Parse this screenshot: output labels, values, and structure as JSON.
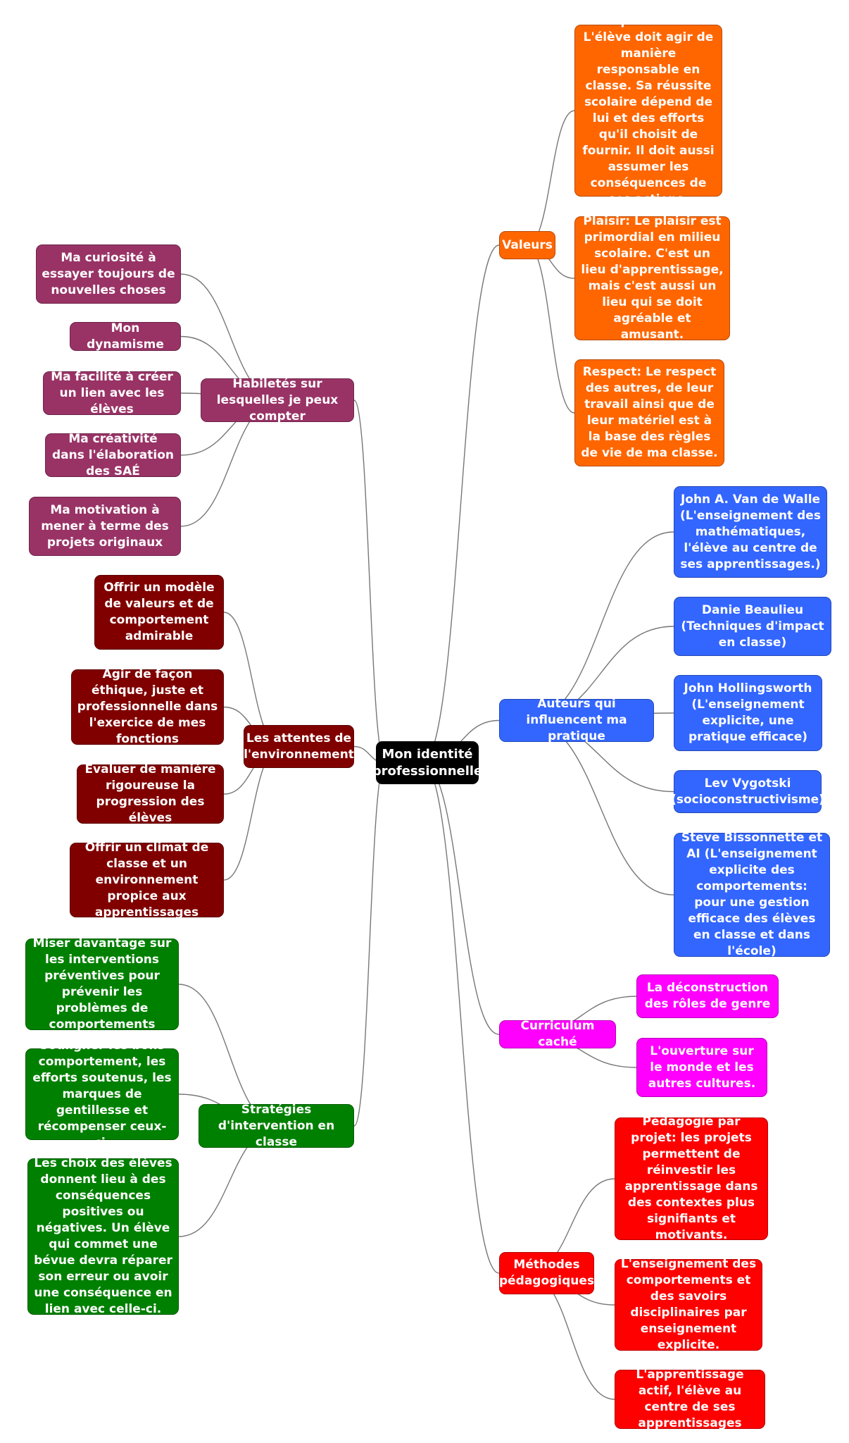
{
  "colors": {
    "root": "#000000",
    "valeurs": "#ff6600",
    "auteurs": "#3366ff",
    "curriculum": "#ff00ff",
    "methodes": "#ff0000",
    "habiletes": "#993366",
    "attentes": "#800000",
    "strategies": "#008000",
    "link": "#777777"
  },
  "root": {
    "label": "Mon identité professionnelle"
  },
  "branches": {
    "valeurs": {
      "label": "Valeurs",
      "children": [
        "Responsabilité: L'élève doit agir de manière responsable en classe. Sa réussite scolaire dépend de lui et des efforts qu'il choisit de fournir. Il doit aussi assumer les conséquences de ses actions.",
        "Plaisir: Le plaisir est primordial en milieu scolaire. C'est un lieu d'apprentissage, mais c'est aussi un lieu qui se doit agréable et amusant.",
        "Respect: Le respect des autres, de leur travail ainsi que de leur matériel est à la base des règles de vie de ma classe."
      ]
    },
    "auteurs": {
      "label": "Auteurs qui influencent ma pratique",
      "children": [
        "John A. Van de Walle (L'enseignement des mathématiques, l'élève au centre de ses apprentissages.)",
        "Danie Beaulieu (Techniques d'impact en classe)",
        "John Hollingsworth (L'enseignement explicite, une pratique efficace)",
        "Lev Vygotski (socioconstructivisme)",
        "Steve Bissonnette et AI (L'enseignement explicite des comportements: pour une gestion efficace des élèves en classe et dans l'école)"
      ]
    },
    "curriculum": {
      "label": "Curriculum caché",
      "children": [
        "La déconstruction des rôles de genre",
        "L'ouverture sur le monde et les autres cultures."
      ]
    },
    "methodes": {
      "label": "Méthodes pédagogiques",
      "children": [
        "Pédagogie par projet: les projets permettent de réinvestir les apprentissage dans des contextes plus signifiants et motivants.",
        "L'enseignement des comportements et des savoirs disciplinaires par enseignement explicite.",
        "L'apprentissage actif, l'élève au centre de ses apprentissages"
      ]
    },
    "habiletes": {
      "label": "Habiletés sur lesquelles je peux compter",
      "children": [
        "Ma curiosité à essayer toujours de nouvelles choses",
        "Mon dynamisme",
        "Ma facilité à créer un lien avec les élèves",
        "Ma créativité dans l'élaboration des SAÉ",
        "Ma motivation à mener à terme des projets originaux"
      ]
    },
    "attentes": {
      "label": "Les attentes de l'environnement",
      "children": [
        "Offrir un modèle de valeurs et de comportement admirable",
        "Agir de façon éthique, juste et professionnelle dans l'exercice de mes fonctions",
        "Évaluer de manière rigoureuse la progression des élèves",
        "Offrir un climat de classe et un environnement propice aux apprentissages"
      ]
    },
    "strategies": {
      "label": "Stratégies d'intervention en classe",
      "children": [
        "Miser davantage sur les interventions préventives pour prévenir les problèmes de comportements",
        "Souligner les bons comportement, les efforts soutenus, les marques de gentillesse et récompenser ceux-ci.",
        "Les choix des élèves donnent lieu à des conséquences positives ou négatives. Un élève qui commet une bévue devra réparer son erreur ou avoir une conséquence en lien avec celle-ci."
      ]
    }
  }
}
